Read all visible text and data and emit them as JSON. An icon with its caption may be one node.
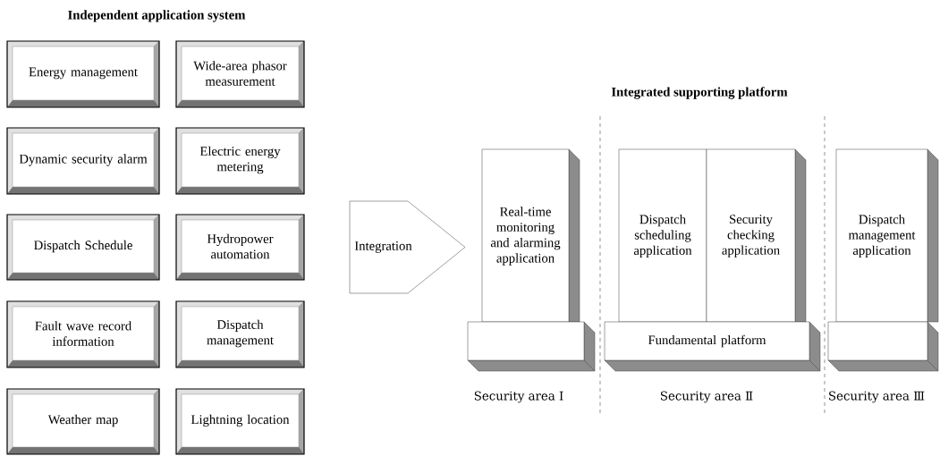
{
  "diagram": {
    "nodes": [
      {
        "text": [
          "Energy management"
        ]
      },
      {
        "text": [
          "Wide-area phasor measurement"
        ]
      },
      {
        "text": [
          "Dynamic security alarm"
        ]
      },
      {
        "text": [
          "Electric energy metering"
        ]
      },
      {
        "text": [
          "Dispatch Schedule"
        ]
      },
      {
        "text": [
          "Hydropower automation"
        ]
      },
      {
        "text": [
          "Fault wave record information"
        ]
      },
      {
        "text": [
          "Dispatch management"
        ]
      },
      {
        "text": [
          "Weather map"
        ]
      },
      {
        "text": [
          "Lightning location"
        ]
      },
      {
        "text": [
          "Integration"
        ]
      },
      {
        "text": [
          "Real-time monitoring and alarming application"
        ]
      },
      {
        "text": [
          "Dispatch scheduling application"
        ]
      },
      {
        "text": [
          "Security checking application"
        ]
      },
      {
        "text": [
          "Dispatch management application"
        ]
      },
      {
        "text": [],
        "shape": "box"
      },
      {
        "text": [
          "Fundamental platform"
        ]
      },
      {
        "text": [],
        "shape": "box"
      }
    ],
    "labels": [
      "Independent application system",
      "Integrated supporting platform",
      "Security area Ⅰ",
      "Security area Ⅱ",
      "Security area Ⅲ"
    ]
  }
}
